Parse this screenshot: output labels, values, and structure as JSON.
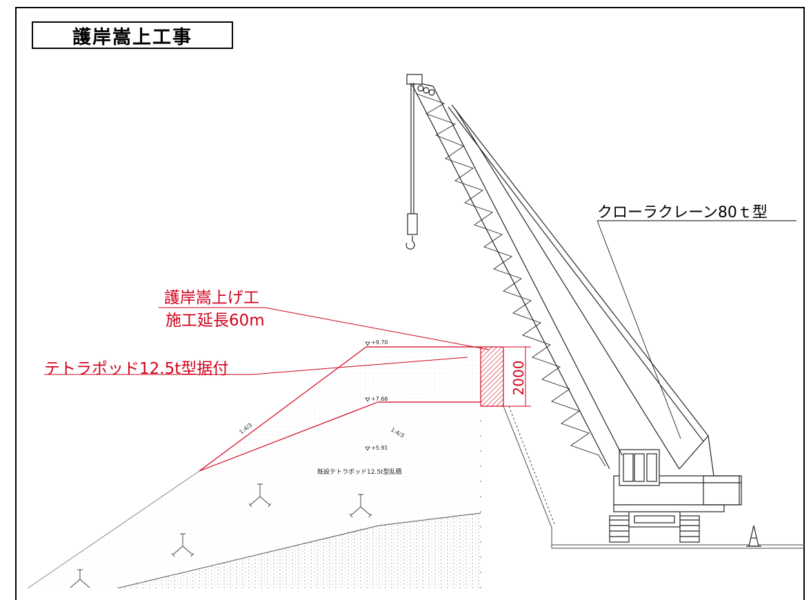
{
  "title": "護岸嵩上工事",
  "labels": {
    "crane": "クローラクレーン80ｔ型",
    "work_line1": "護岸嵩上げ工",
    "work_line2": "施工延長60m",
    "tetrapod": "テトラポッド12.5t型据付",
    "dimension": "2000",
    "elev_top": "+9.70",
    "elev_mid": "+7.66",
    "elev_low": "+5.91",
    "slope_left": "1:4/3",
    "slope_right": "1:4/3",
    "existing": "既設テトラポッド12.5t型乱積"
  },
  "colors": {
    "annotation": "#d0021b",
    "linework": "#000000"
  }
}
